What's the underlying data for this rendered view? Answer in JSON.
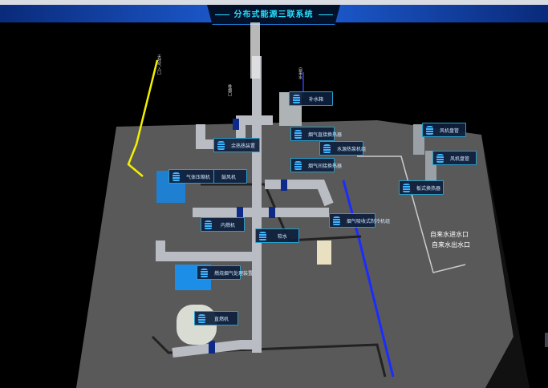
{
  "header": {
    "title": "分布式能源三联系统"
  },
  "side_labels": {
    "gas_inlet": "天然气入口",
    "exhaust": "排烟口",
    "water_supply": "自来水"
  },
  "equipment": [
    {
      "id": "make-up-water-tank",
      "label": "补水箱"
    },
    {
      "id": "flue-direct-heat-exchanger",
      "label": "烟气直接换热器"
    },
    {
      "id": "water-source-heat-pump",
      "label": "水源热泵机组"
    },
    {
      "id": "flue-indirect-heat-exchanger",
      "label": "烟气间接换热器"
    },
    {
      "id": "waste-heat-device",
      "label": "余热热装置"
    },
    {
      "id": "gas-compressor",
      "label": "气体压缩机"
    },
    {
      "id": "blower",
      "label": "鼓风机"
    },
    {
      "id": "internal-combustion-engine",
      "label": "内燃机"
    },
    {
      "id": "soft-water",
      "label": "软水"
    },
    {
      "id": "flue-absorption-chiller",
      "label": "烟气吸收式制冷机组"
    },
    {
      "id": "flue-gas-treatment",
      "label": "燃烧烟气处理装置"
    },
    {
      "id": "direct-fired-machine",
      "label": "直燃机"
    },
    {
      "id": "fan-coil-1",
      "label": "风机盘管"
    },
    {
      "id": "fan-coil-2",
      "label": "风机盘管"
    },
    {
      "id": "plate-heat-exchanger",
      "label": "板式换热器"
    }
  ],
  "water": {
    "inlet": "自来水进水口",
    "outlet": "自来水出水口"
  },
  "colors": {
    "accent": "#27e0ff",
    "label_border": "#2a9ec8",
    "floor": "#5a5a5a",
    "gas_line": "#f2f000",
    "water_line": "#1a2cff"
  }
}
